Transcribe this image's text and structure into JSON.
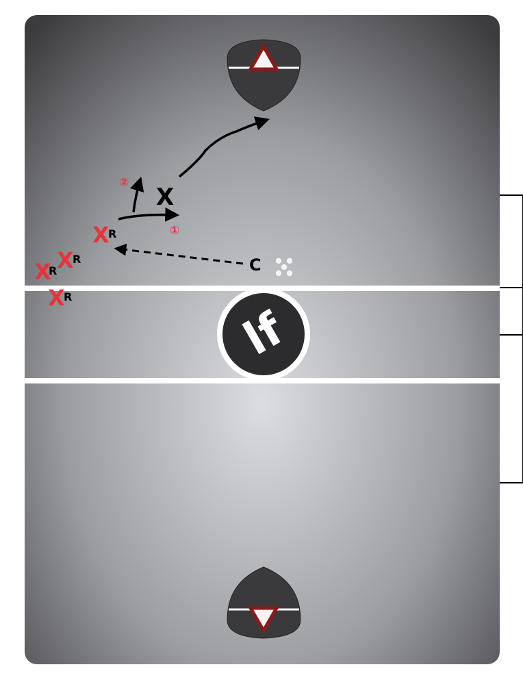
{
  "field": {
    "background_dark": "#3b3b3d",
    "background_light": "#d8d9db",
    "line_color": "#ffffff",
    "crease_color": "#3a3a3c",
    "goal_color": "#8b1a1a",
    "logo_text": "lf"
  },
  "players": {
    "reserve_color": "#e8333b",
    "reserve_marker": "X",
    "reserve_label": "R",
    "active_marker": "X",
    "coach_label": "C",
    "ball_group": "ball-cluster"
  },
  "steps": {
    "step1": "①",
    "step2": "②",
    "step_color": "#e8333b"
  }
}
